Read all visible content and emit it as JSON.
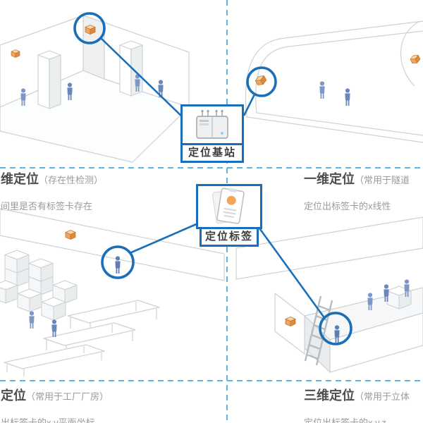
{
  "colors": {
    "accent_blue": "#1b6fb8",
    "dashed_blue": "#5fb4e6",
    "beacon_orange": "#f2a45c",
    "people_blue": "#7d98c6",
    "outline_gray": "#ced1d4",
    "title_dark": "#4d4d4d",
    "text_gray": "#9b9b9b"
  },
  "icons": {
    "base_station": "base-station-device-icon",
    "tag": "id-badge-icon",
    "beacon": "beacon-icon",
    "person": "person-figure"
  },
  "center": {
    "base_station": {
      "label": "定位基站"
    },
    "tag": {
      "label": "定位标签"
    }
  },
  "quadrants": {
    "top_left": {
      "title_name": "维定位",
      "title_note": "（存在性检测）",
      "desc": "间里是否有标签卡存在"
    },
    "top_right": {
      "title_name": "一维定位",
      "title_note": "（常用于隧道",
      "desc": "定位出标签卡的x线性"
    },
    "bottom_left": {
      "title_name": "定位",
      "title_note": "（常用于工厂厂房）",
      "desc": "出标签卡的x,y平面坐标"
    },
    "bottom_right": {
      "title_name": "三维定位",
      "title_note": "（常用于立体",
      "desc": "定位出标签卡的x,y,z"
    }
  }
}
